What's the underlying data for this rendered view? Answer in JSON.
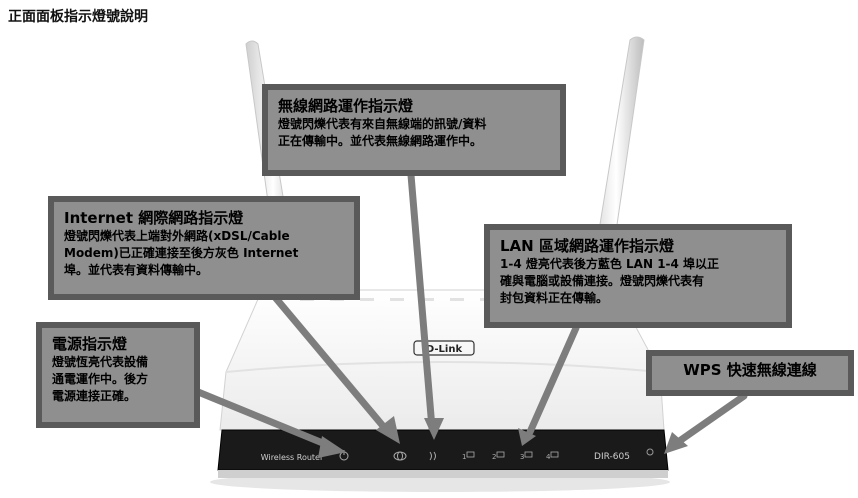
{
  "page_title": "正面面板指示燈號說明",
  "device": {
    "model_label": "Wireless Router",
    "model_number": "DIR-605",
    "brand": "D-Link",
    "lan_ports": [
      "1",
      "2",
      "3",
      "4"
    ]
  },
  "callouts": {
    "wireless": {
      "title": "無線網路運作指示燈",
      "lines": [
        "燈號閃爍代表有來自無線端的訊號/資料",
        "正在傳輸中。並代表無線網路運作中。"
      ]
    },
    "internet": {
      "title": "Internet 網際網路指示燈",
      "lines": [
        "燈號閃爍代表上端對外網路(xDSL/Cable",
        "Modem)已正確連接至後方灰色 Internet",
        "埠。並代表有資料傳輸中。"
      ]
    },
    "lan": {
      "title": "LAN 區域網路運作指示燈",
      "lines": [
        "1-4 燈亮代表後方藍色 LAN 1-4 埠以正",
        "確與電腦或設備連接。燈號閃爍代表有",
        "封包資料正在傳輸。"
      ]
    },
    "power": {
      "title": "電源指示燈",
      "lines": [
        "燈號恆亮代表設備",
        "通電運作中。後方",
        "電源連接正確。"
      ]
    },
    "wps": {
      "title": "WPS 快速無線連線"
    }
  },
  "colors": {
    "callout_fill": "#8f8f8f",
    "callout_border": "#5a5a5a",
    "arrow": "#7d7d7d",
    "panel": "#1a1a1a"
  },
  "icons": [
    "power-icon",
    "internet-globe-icon",
    "wireless-icon",
    "lan-port-icon",
    "wps-icon"
  ]
}
